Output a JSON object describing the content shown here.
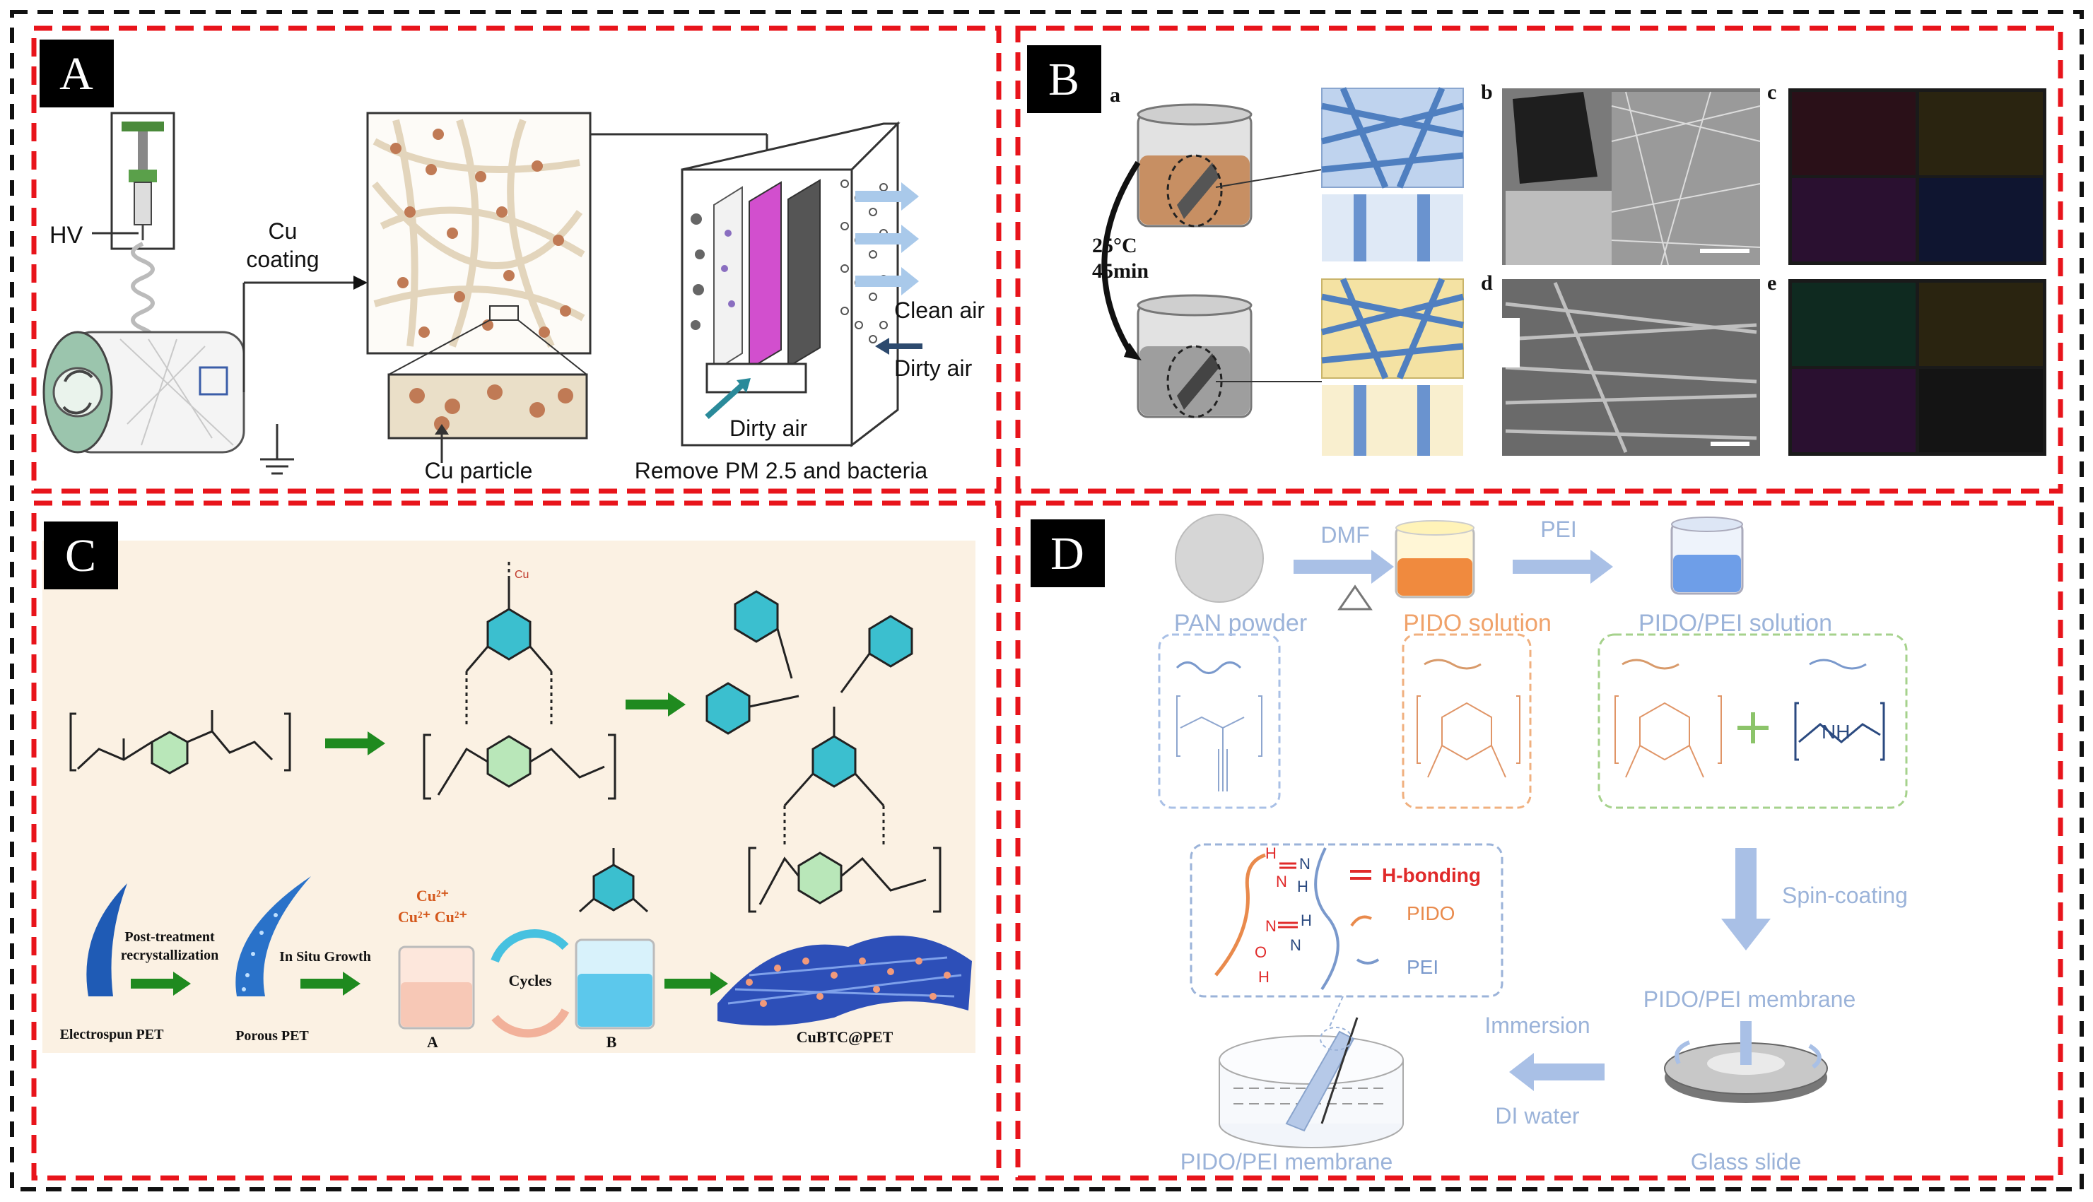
{
  "panels": {
    "A": {
      "letter": "A",
      "labels": {
        "hv": "HV",
        "cu_coating_1": "Cu",
        "cu_coating_2": "coating",
        "cu_particle": "Cu particle",
        "clean_air": "Clean air",
        "dirty_air_right": "Dirty air",
        "dirty_air_bottom": "Dirty air",
        "remove": "Remove PM 2.5 and bacteria"
      }
    },
    "B": {
      "letter": "B",
      "sub": {
        "a": "a",
        "b": "b",
        "c": "c",
        "d": "d",
        "e": "e"
      },
      "cond_temp": "25°C",
      "cond_time": "45min"
    },
    "C": {
      "letter": "C",
      "labels": {
        "post_1": "Post-treatment",
        "post_2": "recrystallization",
        "in_situ": "In Situ Growth",
        "electrospun": "Electrospun PET",
        "porous": "Porous PET",
        "cycles": "Cycles",
        "beaker_a": "A",
        "beaker_b": "B",
        "product": "CuBTC@PET",
        "cu_ions_1": "Cu²⁺",
        "cu_ions_2": "Cu²⁺ Cu²⁺",
        "cu_top": "Cu"
      }
    },
    "D": {
      "letter": "D",
      "labels": {
        "dmf": "DMF",
        "pei_step": "PEI",
        "pan_powder": "PAN powder",
        "pido_solution": "PIDO solution",
        "pido_pei_solution": "PIDO/PEI solution",
        "spin_coating": "Spin-coating",
        "membrane_right": "PIDO/PEI membrane",
        "immersion": "Immersion",
        "di_water": "DI water",
        "membrane_bottom": "PIDO/PEI membrane",
        "glass_slide": "Glass slide",
        "legend_hbond": "H-bonding",
        "legend_pido": "PIDO",
        "legend_pei": "PEI"
      }
    }
  },
  "colors": {
    "panel_border": "#e8141b",
    "outer_border": "#111111",
    "panel_d_text": "#9bb3d9",
    "pido_orange": "#e98a4c",
    "hbond_red": "#e02a2a",
    "arrow_green": "#1f8a1f",
    "arrow_blue": "#a9c0e6"
  }
}
